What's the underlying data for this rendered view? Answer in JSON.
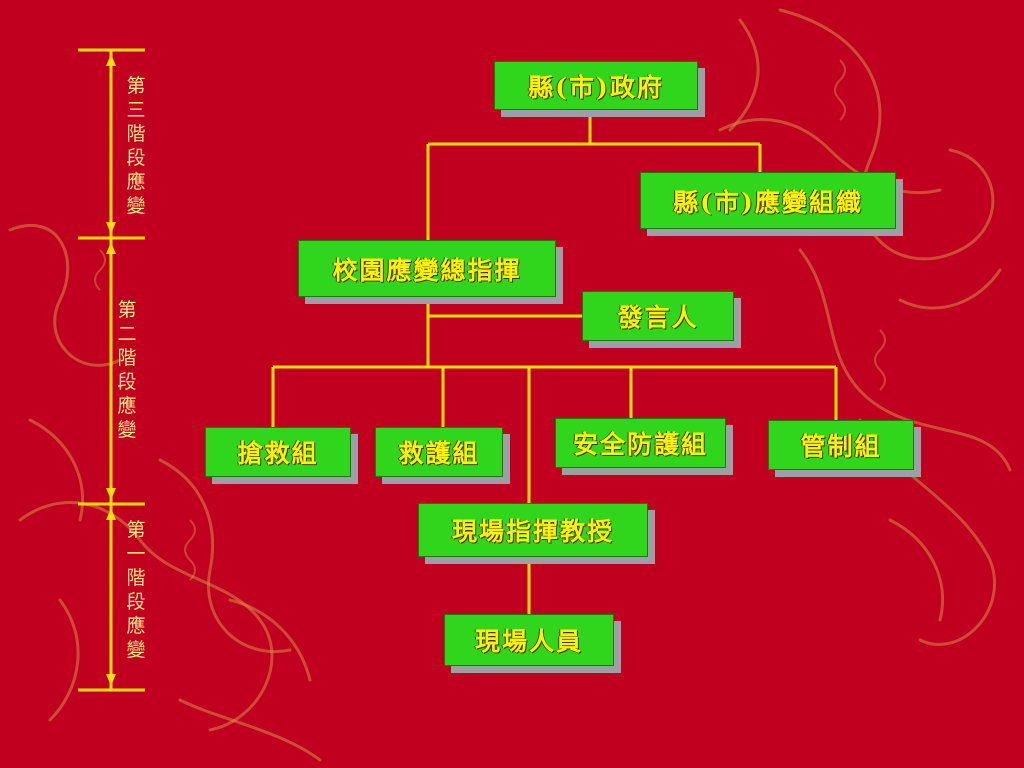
{
  "stages": [
    {
      "label": "第三階段應變"
    },
    {
      "label": "第二階段應變"
    },
    {
      "label": "第一階段應變"
    }
  ],
  "nodes": {
    "county_gov": "縣(市)政府",
    "county_response_org": "縣(市)應變組織",
    "campus_commander": "校園應變總指揮",
    "spokesperson": "發言人",
    "rescue_team": "搶救組",
    "medical_team": "救護組",
    "security_team": "安全防護組",
    "control_team": "管制組",
    "onsite_commander": "現場指揮教授",
    "onsite_staff": "現場人員"
  },
  "colors": {
    "background": "#c0001e",
    "node_fill": "#2fd61b",
    "node_text": "#fff200",
    "connector": "#ffe000",
    "node_shadow": "#9aa0a6",
    "stage_text": "#ffe98a"
  }
}
